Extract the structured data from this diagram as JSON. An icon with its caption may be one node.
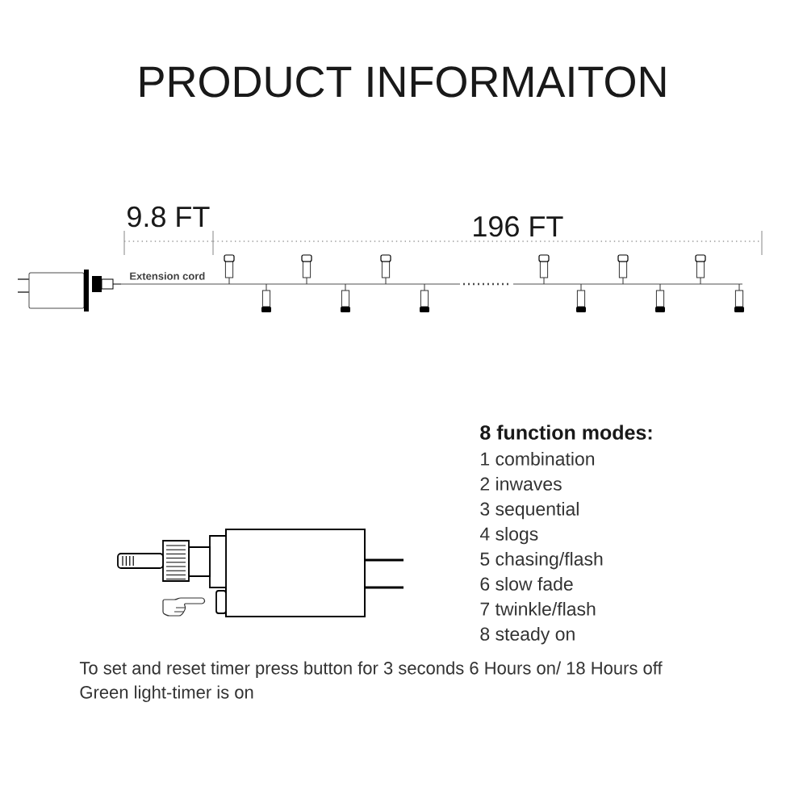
{
  "diagram": {
    "title": "PRODUCT INFORMAITON",
    "labels": [
      "9.8 FT",
      "196 FT",
      "Extension cord",
      "8 function modes:",
      "1 combination",
      "2 inwaves",
      "3 sequential",
      "4 slogs",
      "5 chasing/flash",
      "6 slow fade",
      "7 twinkle/flash",
      "8 steady on",
      "To set and reset timer press button for 3 seconds 6 Hours on/ 18 Hours off",
      "Green light-timer is on"
    ]
  }
}
